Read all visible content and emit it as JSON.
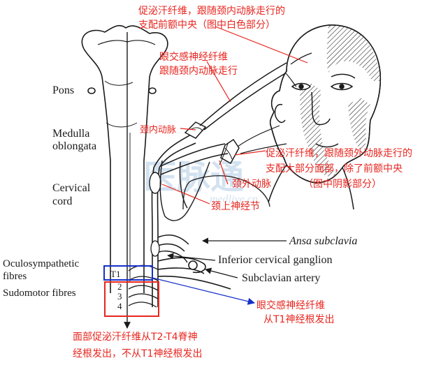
{
  "labels_en": {
    "pons": "Pons",
    "medulla_1": "Medulla",
    "medulla_2": "oblongata",
    "cervical_1": "Cervical",
    "cervical_2": "cord",
    "oculo_1": "Oculosympathetic",
    "oculo_2": "fibres",
    "sudomotor": "Sudomotor fibres",
    "ansa": "Ansa subclavia",
    "inferior_ganglion": "Inferior cervical ganglion",
    "subclavian": "Subclavian  artery",
    "t1": "T1",
    "t2": "2",
    "t3": "3",
    "t4": "4"
  },
  "labels_cn": {
    "top_note_1": "促泌汗纤维，跟随颈内动脉走行的",
    "top_note_2": "支配前额中央（图中白色部分）",
    "oculo_note_1": "眼交感神经纤维",
    "oculo_note_2": "跟随颈内动脉走行",
    "internal_carotid": "颈内动脉",
    "right_note_1": "促泌汗纤维，跟随颈外动脉走行的",
    "right_note_2": "支配大部分面部，除了前额中央",
    "right_note_3": "（图中阴影部分）",
    "external_carotid": "颈外动脉",
    "superior_ganglion": "颈上神经节",
    "t1_note_1": "眼交感神经纤维",
    "t1_note_2": "从T1神经根发出",
    "bottom_note_1": "面部促泌汗纤维从T2-T4脊神",
    "bottom_note_2": "经根发出，不从T1神经根发出"
  },
  "watermark": {
    "logo": "医脉通",
    "url": "medlive.cn"
  },
  "colors": {
    "annotation_red": "#e8251f",
    "box_blue": "#1530c8",
    "box_red": "#e8251f",
    "line": "#1a1a1a",
    "watermark": "#9fc0de"
  }
}
